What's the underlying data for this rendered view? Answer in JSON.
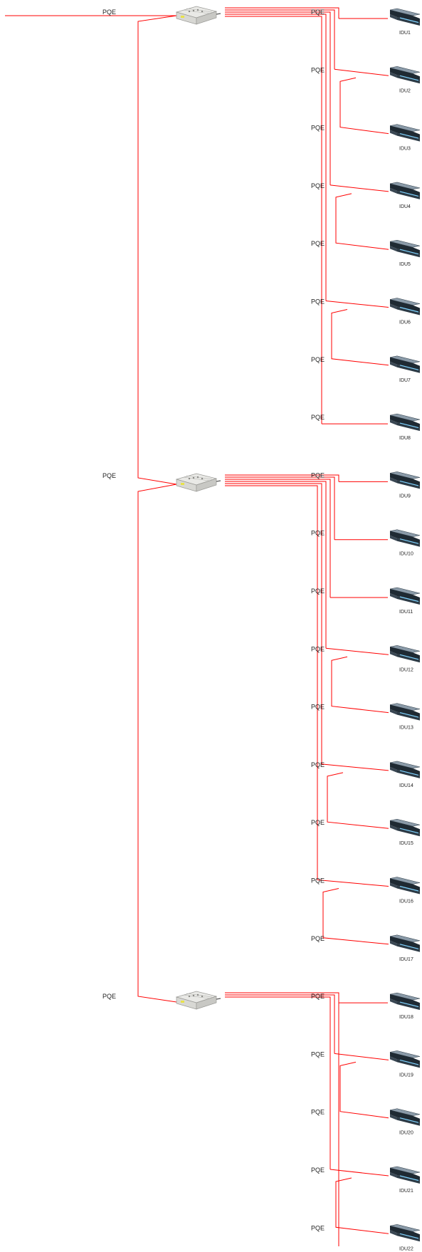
{
  "line_label": "PQE",
  "wire_color": "#ff0000",
  "indoor_units": [
    "IDU1",
    "IDU2",
    "IDU3",
    "IDU4",
    "IDU5",
    "IDU6",
    "IDU7",
    "IDU8",
    "IDU9",
    "IDU10",
    "IDU11",
    "IDU12",
    "IDU13",
    "IDU14",
    "IDU15",
    "IDU16",
    "IDU17",
    "IDU18",
    "IDU19",
    "IDU20",
    "IDU21",
    "IDU22"
  ],
  "distribution_boxes": [
    {
      "serves": [
        "IDU1",
        "IDU2",
        "IDU3",
        "IDU4",
        "IDU5",
        "IDU6",
        "IDU7",
        "IDU8"
      ]
    },
    {
      "serves": [
        "IDU9",
        "IDU10",
        "IDU11",
        "IDU12",
        "IDU13",
        "IDU14",
        "IDU15",
        "IDU16",
        "IDU17"
      ]
    },
    {
      "serves": [
        "IDU18",
        "IDU19",
        "IDU20",
        "IDU21",
        "IDU22"
      ]
    }
  ],
  "icons": {
    "distribution_box": "distribution-box-icon",
    "indoor_unit": "indoor-unit-icon"
  }
}
